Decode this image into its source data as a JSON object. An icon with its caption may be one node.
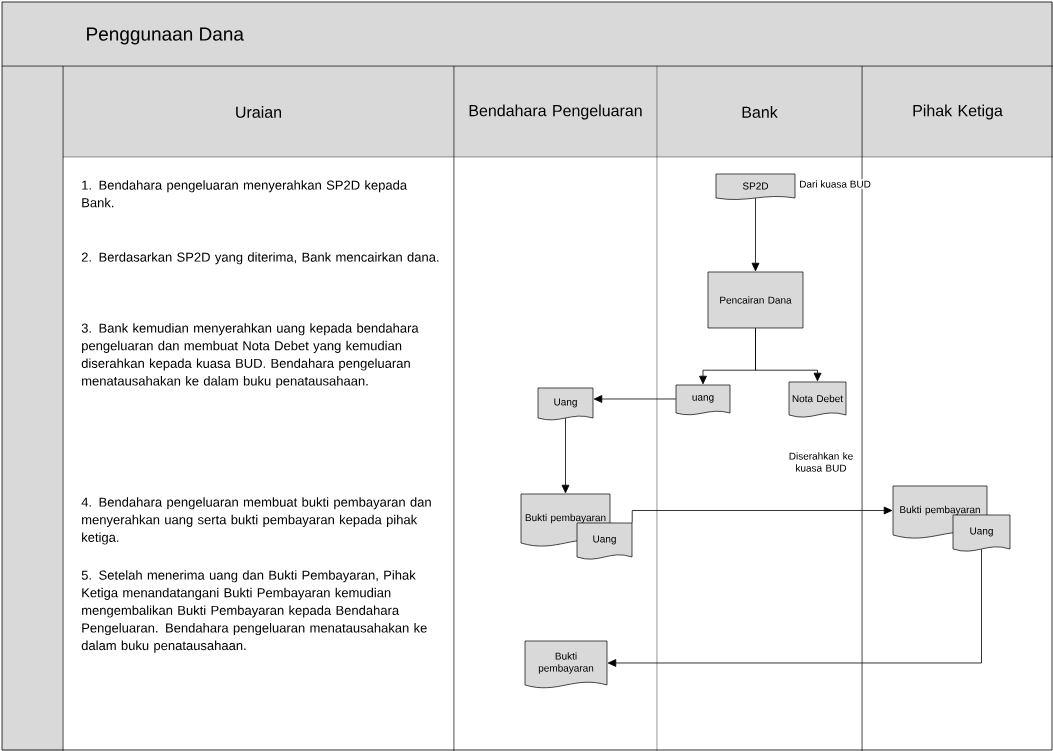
{
  "diagram": {
    "title": "Penggunaan Dana",
    "nodes": [
      {
        "text": [
          "SP2D"
        ],
        "beside": [
          "Dari kuasa BUD"
        ]
      },
      {
        "text": [
          "Pencairan Dana"
        ]
      },
      {
        "text": [
          "uang"
        ]
      },
      {
        "text": [
          "Nota Debet"
        ],
        "beside": [
          "Diserahkan ke kuasa BUD"
        ]
      },
      {
        "text": [
          "Uang"
        ]
      },
      {
        "text": [
          "Bukti pembayaran"
        ]
      },
      {
        "text": [
          "Uang"
        ]
      },
      {
        "text": [
          "Bukti pembayaran"
        ]
      },
      {
        "text": [
          "Uang"
        ]
      },
      {
        "text": [
          "Bukti pembayaran"
        ]
      }
    ],
    "edges": [
      {
        "from": 0,
        "to": 1,
        "arrow": "to"
      },
      {
        "from": 1,
        "to": 2,
        "arrow": "to"
      },
      {
        "from": 1,
        "to": 3,
        "arrow": "to"
      },
      {
        "from": 2,
        "to": 4,
        "arrow": "to"
      },
      {
        "from": 4,
        "to": 5,
        "arrow": "to"
      },
      {
        "from": 6,
        "to": 7,
        "arrow": "to"
      },
      {
        "from": 8,
        "to": 9,
        "arrow": "to"
      }
    ],
    "labels": [
      "Uraian",
      "Bendahara Pengeluaran",
      "Bank",
      "Pihak Ketiga",
      "1. Bendahara pengeluaran menyerahkan SP2D kepada Bank.",
      "2. Berdasarkan SP2D yang diterima, Bank mencairkan dana.",
      "3. Bank kemudian menyerahkan uang kepada bendahara pengeluaran dan membuat Nota Debet yang kemudian diserahkan kepada kuasa BUD. Bendahara pengeluaran menatausahakan ke dalam buku penatausahaan.",
      "4. Bendahara pengeluaran membuat bukti pembayaran dan menyerahkan uang serta bukti pembayaran kepada  pihak ketiga.",
      "5. Setelah menerima uang dan Bukti Pembayaran, Pihak Ketiga menandatangani Bukti Pembayaran kemudian mengembalikan Bukti Pembayaran kepada Bendahara Pengeluaran. Bendahara pengeluaran menatausahakan ke dalam buku penatausahaan."
    ]
  }
}
